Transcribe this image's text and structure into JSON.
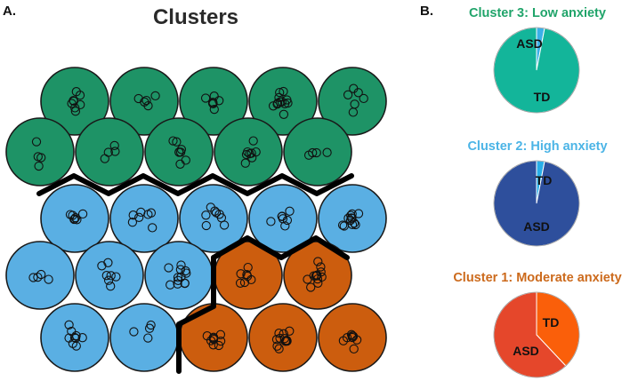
{
  "panel_a_label": "A.",
  "panel_b_label": "B.",
  "som": {
    "title": "Clusters",
    "colors": {
      "1": "#cc5d0e",
      "2": "#5aafe3",
      "3": "#1e9366"
    },
    "rows": [
      [
        3,
        3,
        3,
        3,
        3
      ],
      [
        3,
        3,
        3,
        3,
        3
      ],
      [
        2,
        2,
        2,
        2,
        2
      ],
      [
        2,
        2,
        2,
        1,
        1
      ],
      [
        2,
        2,
        1,
        1,
        1
      ]
    ]
  },
  "pies": [
    {
      "title": "Cluster 3: Low anxiety",
      "title_color": "#20a46a",
      "labels": [
        "ASD",
        "TD"
      ],
      "values": [
        0.03,
        0.97
      ],
      "colors": [
        "#3bb0e8",
        "#13b59a"
      ]
    },
    {
      "title": "Cluster 2: High anxiety",
      "title_color": "#4bb4e6",
      "labels": [
        "TD",
        "ASD"
      ],
      "values": [
        0.03,
        0.97
      ],
      "colors": [
        "#29aee8",
        "#2e4f9c"
      ]
    },
    {
      "title": "Cluster 1: Moderate anxiety",
      "title_color": "#cc6a1c",
      "labels": [
        "TD",
        "ASD"
      ],
      "values": [
        0.38,
        0.62
      ],
      "colors": [
        "#fa5f0a",
        "#e5472b"
      ]
    }
  ]
}
